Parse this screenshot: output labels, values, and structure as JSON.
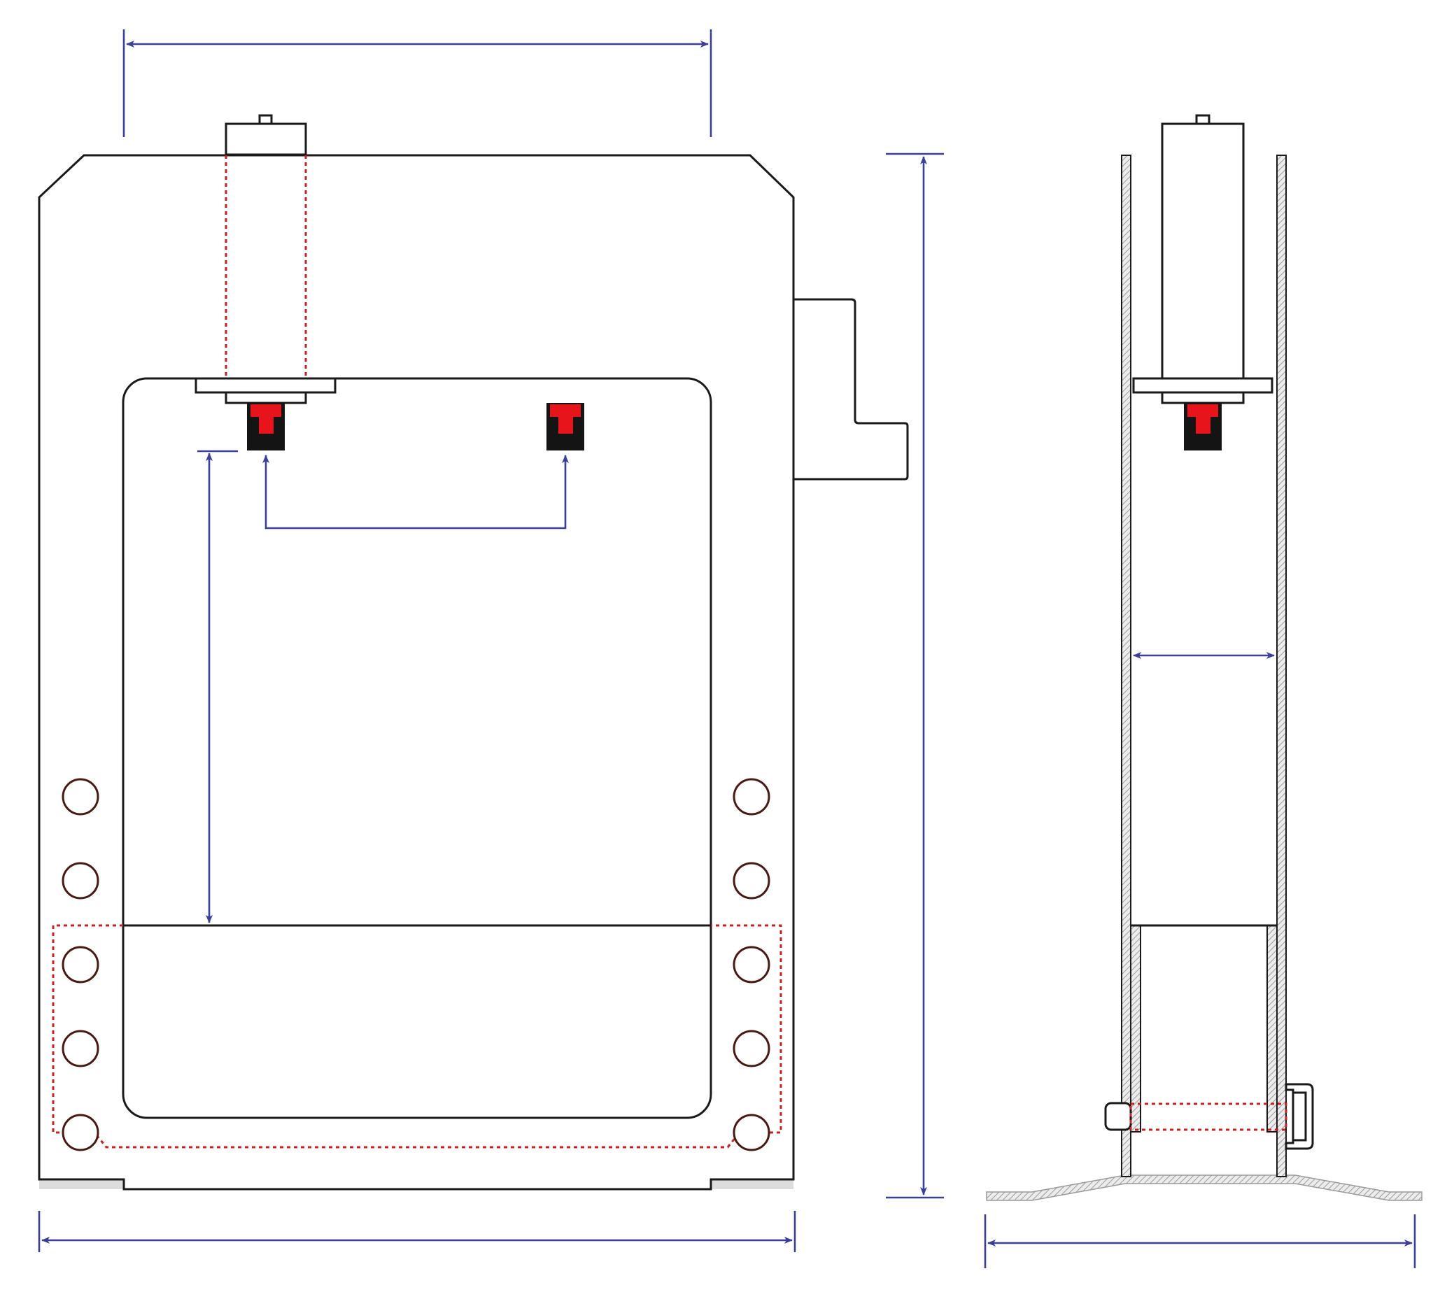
{
  "drawing": {
    "views": [
      "front-view",
      "side-view"
    ],
    "colors": {
      "outline": "#1a1a1a",
      "dimension": "#3a3f99",
      "hidden_line": "#cc1f1f",
      "jaw_red": "#e8141c",
      "jaw_black": "#141414",
      "hole_outline": "#4a1a12",
      "ground_fill": "#dddddd",
      "pin_fill": "#d9d6d5"
    },
    "front_hole_rows": 5,
    "dimension_labels": []
  }
}
